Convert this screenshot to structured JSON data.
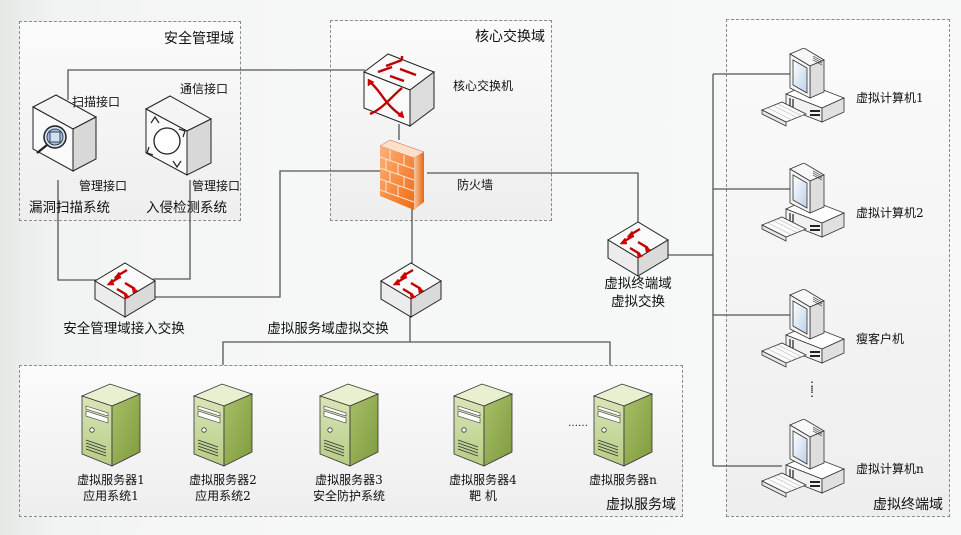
{
  "zones": {
    "security_mgmt": {
      "title": "安全管理域"
    },
    "core_switch": {
      "title": "核心交换域"
    },
    "virtual_service": {
      "title": "虚拟服务域"
    },
    "virtual_terminal": {
      "title": "虚拟终端域"
    }
  },
  "security_mgmt": {
    "vuln_scanner": {
      "label": "漏洞扫描系统",
      "scan_port": "扫描接口",
      "mgmt_port": "管理接口",
      "icon": "vulnerability-scanner-icon"
    },
    "ids": {
      "label": "入侵检测系统",
      "comm_port": "通信接口",
      "mgmt_port": "管理接口",
      "icon": "intrusion-detection-icon"
    },
    "access_switch": {
      "label": "安全管理域接入交换",
      "icon": "switch-icon"
    }
  },
  "core": {
    "core_switch": {
      "label": "核心交换机",
      "icon": "core-switch-icon"
    },
    "firewall": {
      "label": "防火墙",
      "icon": "firewall-icon"
    }
  },
  "service_switch": {
    "label": "虚拟服务域虚拟交换",
    "icon": "switch-icon"
  },
  "terminal_switch": {
    "line1": "虚拟终端域",
    "line2": "虚拟交换",
    "icon": "switch-icon"
  },
  "servers": [
    {
      "name": "虚拟服务器1",
      "role": "应用系统1"
    },
    {
      "name": "虚拟服务器2",
      "role": "应用系统2"
    },
    {
      "name": "虚拟服务器3",
      "role": "安全防护系统"
    },
    {
      "name": "虚拟服务器4",
      "role": "靶 机"
    },
    {
      "name": "虚拟服务器n",
      "role": ""
    }
  ],
  "servers_ellipsis": "……",
  "terminals": [
    {
      "name": "虚拟计算机1"
    },
    {
      "name": "虚拟计算机2"
    },
    {
      "name": "瘦客户机"
    },
    {
      "name": "虚拟计算机n"
    }
  ],
  "terminals_ellipsis": "⋮",
  "colors": {
    "switch_arrow": "#d40000",
    "firewall": "#f47a20",
    "server": "#9db55f",
    "line": "#555555",
    "zone_border": "#8a8a8a"
  }
}
